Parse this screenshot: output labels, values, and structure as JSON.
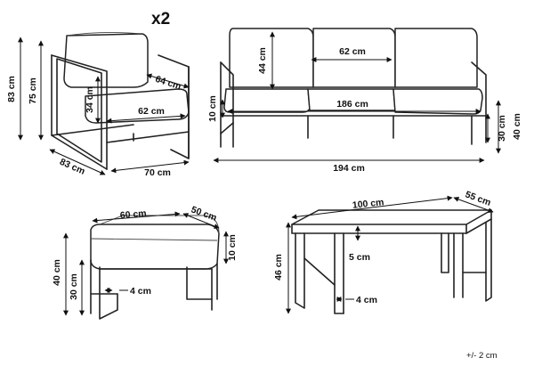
{
  "title": "x2",
  "tolerance_note": "+/- 2 cm",
  "armchair": {
    "height_total": "83 cm",
    "height_back": "75 cm",
    "backrest_height": "34 cm",
    "seat_depth": "64 cm",
    "seat_width": "62 cm",
    "depth": "83 cm",
    "width": "70 cm"
  },
  "sofa": {
    "backrest_height": "44 cm",
    "cushion_width": "62 cm",
    "seat_width": "186 cm",
    "side_height": "10 cm",
    "seat_height": "30 cm",
    "arm_height": "40 cm",
    "width": "194 cm"
  },
  "ottoman": {
    "width": "60 cm",
    "depth": "50 cm",
    "cushion_height": "10 cm",
    "total_height": "40 cm",
    "seat_height": "30 cm",
    "leg": "4 cm"
  },
  "table": {
    "length": "100 cm",
    "width": "55 cm",
    "top_thickness": "5 cm",
    "height": "46 cm",
    "leg": "4 cm"
  }
}
